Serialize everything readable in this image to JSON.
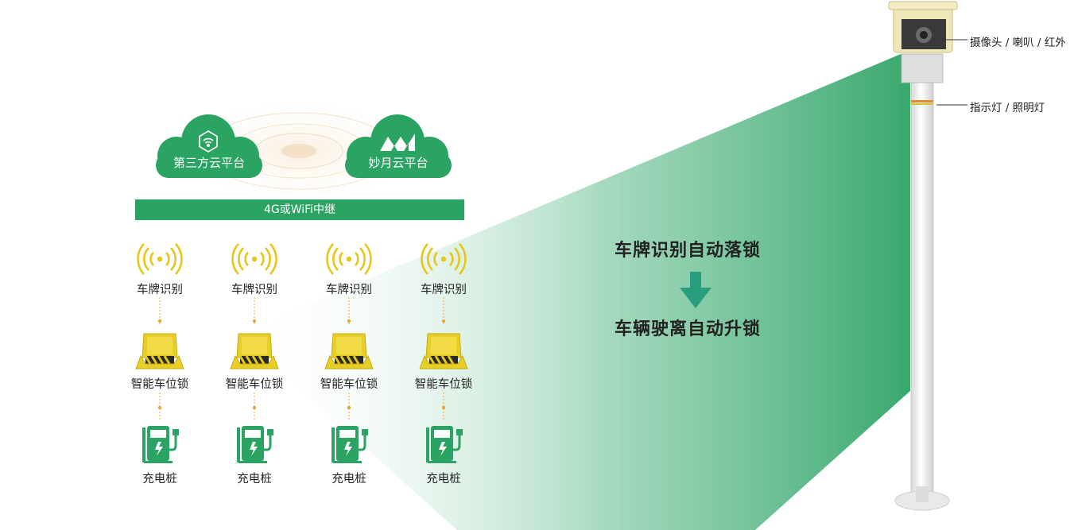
{
  "clouds": [
    {
      "label": "第三方云平台",
      "icon": "wifi-icon"
    },
    {
      "label": "妙月云平台",
      "icon": "miaoyue-logo-icon"
    }
  ],
  "relay_label": "4G或WiFi中继",
  "columns": [
    {
      "recognition": "车牌识别",
      "lock": "智能车位锁",
      "charger": "充电桩"
    },
    {
      "recognition": "车牌识别",
      "lock": "智能车位锁",
      "charger": "充电桩"
    },
    {
      "recognition": "车牌识别",
      "lock": "智能车位锁",
      "charger": "充电桩"
    },
    {
      "recognition": "车牌识别",
      "lock": "智能车位锁",
      "charger": "充电桩"
    }
  ],
  "flow": {
    "step1": "车牌识别自动落锁",
    "step2": "车辆驶离自动升锁"
  },
  "callouts": {
    "camera": "摄像头 / 喇叭 / 红外",
    "lights": "指示灯 / 照明灯"
  },
  "colors": {
    "green": "#2aa363",
    "yellow": "#e6c619",
    "arrow": "#2a9d7f"
  }
}
